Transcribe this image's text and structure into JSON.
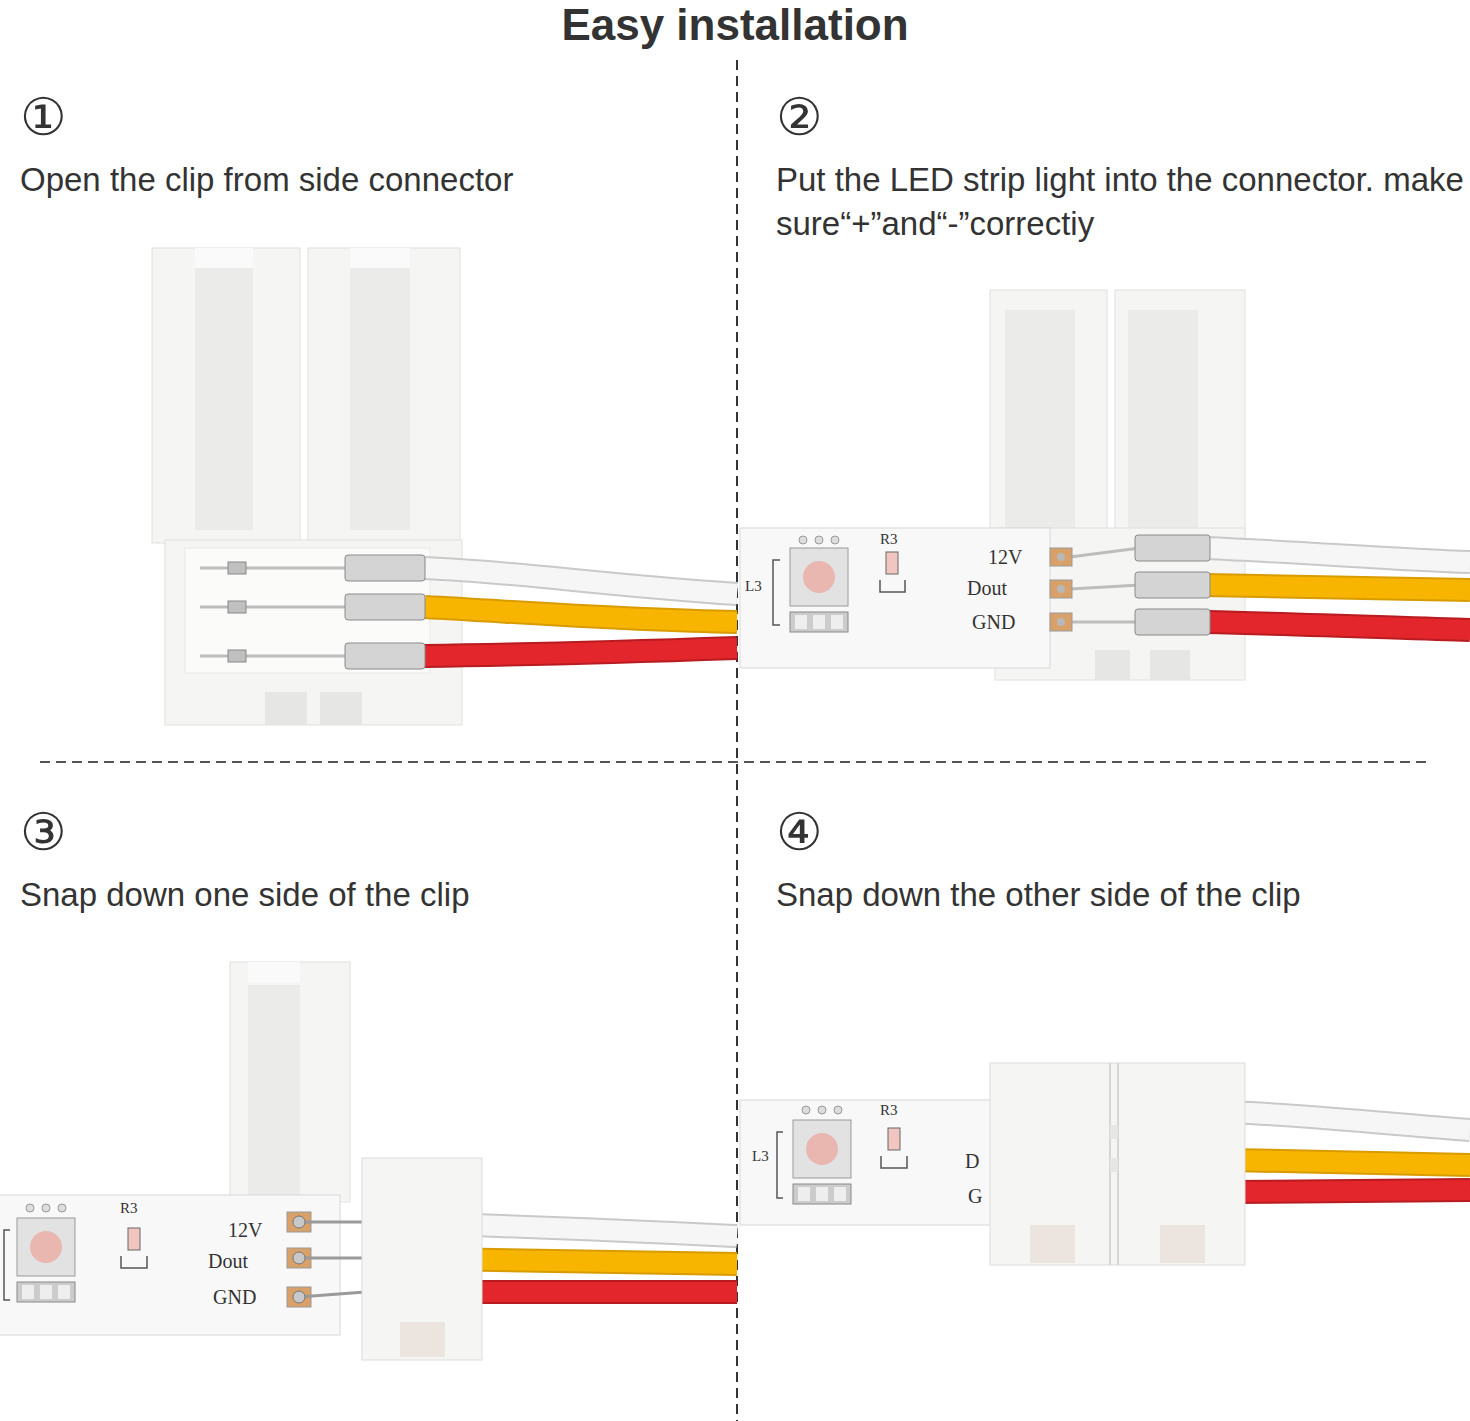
{
  "diagram": {
    "title": "Easy installation",
    "nodes": [
      {
        "text": [
          "①",
          "Open the clip from side connector"
        ]
      },
      {
        "text": [
          "②",
          "Put the LED strip light into the connector. make sure“+”and“-”correctiy"
        ]
      },
      {
        "text": [
          "③",
          "Snap down one side of the clip"
        ]
      },
      {
        "text": [
          "④",
          "Snap down the other side of the clip"
        ]
      }
    ],
    "labels": [
      "L3",
      "R3",
      "12V",
      "Dout",
      "GND",
      "R3",
      "12V",
      "Dout",
      "GND",
      "R3",
      "L3",
      "D",
      "G"
    ]
  }
}
